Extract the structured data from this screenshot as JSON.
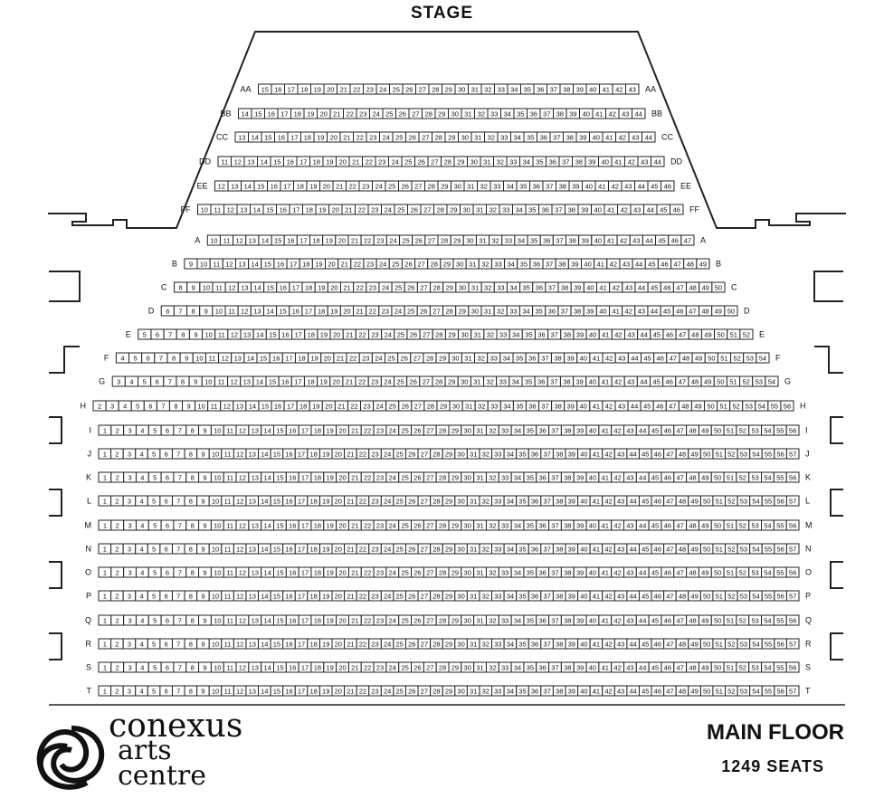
{
  "stage_label": "STAGE",
  "floor_label": "MAIN FLOOR",
  "seat_count": "1249 SEATS",
  "brand": {
    "line1": "conexus",
    "line2": "arts",
    "line3": "centre"
  },
  "rows": [
    {
      "label": "AA",
      "first": 15,
      "last": 43
    },
    {
      "label": "BB",
      "first": 14,
      "last": 44
    },
    {
      "label": "CC",
      "first": 13,
      "last": 44
    },
    {
      "label": "DD",
      "first": 11,
      "last": 44
    },
    {
      "label": "EE",
      "first": 12,
      "last": 46
    },
    {
      "label": "FF",
      "first": 10,
      "last": 46
    },
    {
      "label": "A",
      "first": 10,
      "last": 47
    },
    {
      "label": "B",
      "first": 9,
      "last": 49
    },
    {
      "label": "C",
      "first": 8,
      "last": 50
    },
    {
      "label": "D",
      "first": 6,
      "last": 50
    },
    {
      "label": "E",
      "first": 5,
      "last": 52
    },
    {
      "label": "F",
      "first": 4,
      "last": 54
    },
    {
      "label": "G",
      "first": 3,
      "last": 54
    },
    {
      "label": "H",
      "first": 2,
      "last": 56
    },
    {
      "label": "I",
      "first": 1,
      "last": 56
    },
    {
      "label": "J",
      "first": 1,
      "last": 57
    },
    {
      "label": "K",
      "first": 1,
      "last": 56
    },
    {
      "label": "L",
      "first": 1,
      "last": 57
    },
    {
      "label": "M",
      "first": 1,
      "last": 56
    },
    {
      "label": "N",
      "first": 1,
      "last": 57
    },
    {
      "label": "O",
      "first": 1,
      "last": 56
    },
    {
      "label": "P",
      "first": 1,
      "last": 57
    },
    {
      "label": "Q",
      "first": 1,
      "last": 56
    },
    {
      "label": "R",
      "first": 1,
      "last": 57
    },
    {
      "label": "S",
      "first": 1,
      "last": 56
    },
    {
      "label": "T",
      "first": 1,
      "last": 57
    }
  ]
}
